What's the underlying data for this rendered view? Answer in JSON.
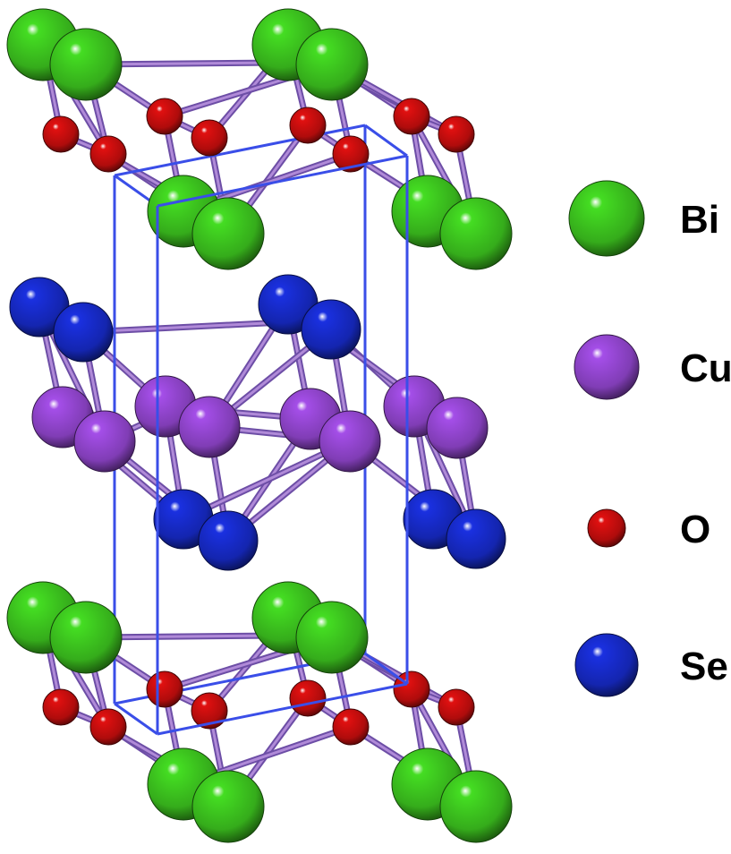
{
  "colors": {
    "Bi": "#44dd22",
    "Cu": "#a44ee8",
    "O": "#e01010",
    "Se": "#1a30e0",
    "bond": "#b08ad8",
    "cell": "#3a4ee8"
  },
  "legend": [
    {
      "element": "Bi",
      "label": "Bi"
    },
    {
      "element": "Cu",
      "label": "Cu"
    },
    {
      "element": "O",
      "label": "O"
    },
    {
      "element": "Se",
      "label": "Se"
    }
  ]
}
